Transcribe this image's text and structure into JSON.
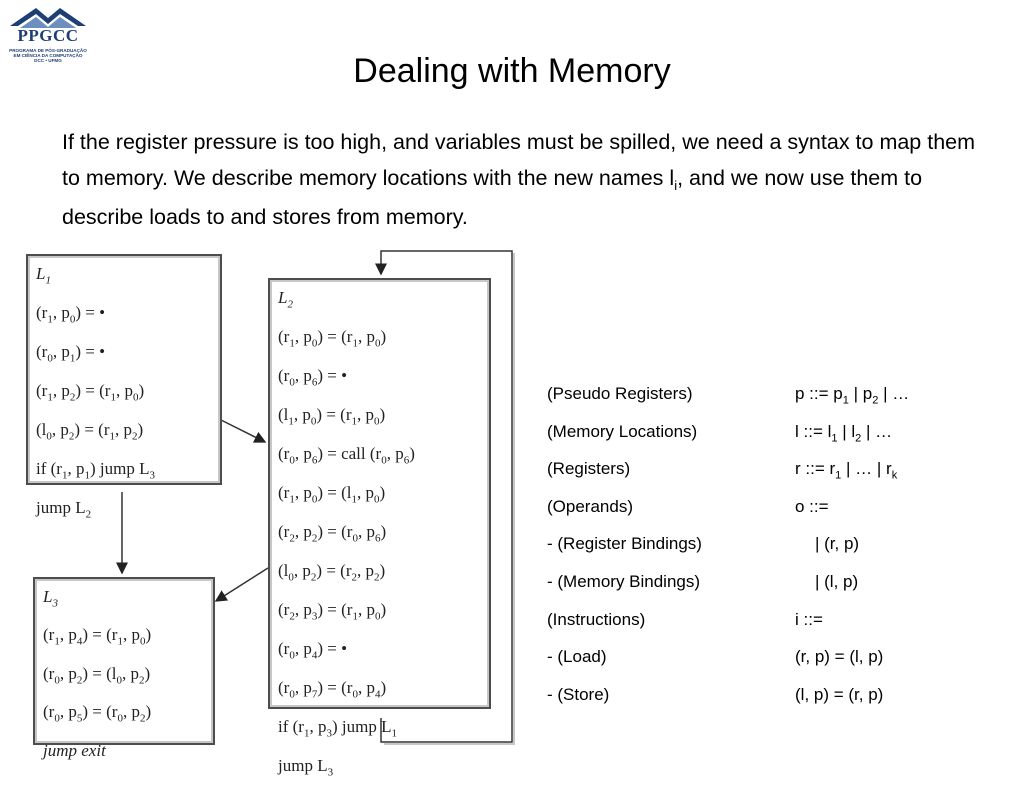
{
  "logo": {
    "text": "PPGCC",
    "subtext_lines": [
      "PROGRAMA DE PÓS-GRADUAÇÃO",
      "EM CIÊNCIA DA COMPUTAÇÃO",
      "DCC • UFMG"
    ]
  },
  "title": "Dealing with Memory",
  "intro": {
    "before": "If the register pressure is too high, and variables must be spilled, we need a syntax to map them to memory. We describe memory locations with the new names l",
    "sub": "i",
    "after": ", and we now use them to describe loads to and stores from memory."
  },
  "blocks": [
    {
      "label": "L1",
      "lines": [
        "(r1, p0) = •",
        "(r0, p1) = •",
        "(r1, p2) = (r1, p0)",
        "(l0, p2) = (r1, p2)",
        "if (r1, p1) jump L3",
        "jump L2"
      ]
    },
    {
      "label": "L2",
      "lines": [
        "(r1, p0) = (r1, p0)",
        "(r0, p6) = •",
        "(l1, p0) = (r1, p0)",
        "(r0, p6) = call (r0, p6)",
        "(r1, p0) = (l1, p0)",
        "(r2, p2) = (r0, p6)",
        "(l0, p2) = (r2, p2)",
        "(r2, p3) = (r1, p0)",
        "(r0, p4) = •",
        "(r0, p7) = (r0, p4)",
        "if (r1, p3) jump L1",
        "jump L3"
      ]
    },
    {
      "label": "L3",
      "lines": [
        "(r1, p4) = (r1, p0)",
        "(r0, p2) = (l0, p2)",
        "(r0, p5) = (r0, p2)",
        "jump exit"
      ]
    }
  ],
  "grammar": [
    {
      "label": "(Pseudo Registers)",
      "rule": "p ::= p1 | p2 | …"
    },
    {
      "label": "(Memory Locations)",
      "rule": "l ::= l1 | l2 | …"
    },
    {
      "label": "(Registers)",
      "rule": "r ::= r1 | … | rk"
    },
    {
      "label": "(Operands)",
      "rule": "o ::="
    },
    {
      "label": "- (Register Bindings)",
      "rule": "| (r, p)"
    },
    {
      "label": "- (Memory Bindings)",
      "rule": "| (l, p)"
    },
    {
      "label": "(Instructions)",
      "rule": "i ::="
    },
    {
      "label": "- (Load)",
      "rule": "(r, p) = (l, p)"
    },
    {
      "label": "- (Store)",
      "rule": "(l, p) = (r, p)"
    }
  ]
}
